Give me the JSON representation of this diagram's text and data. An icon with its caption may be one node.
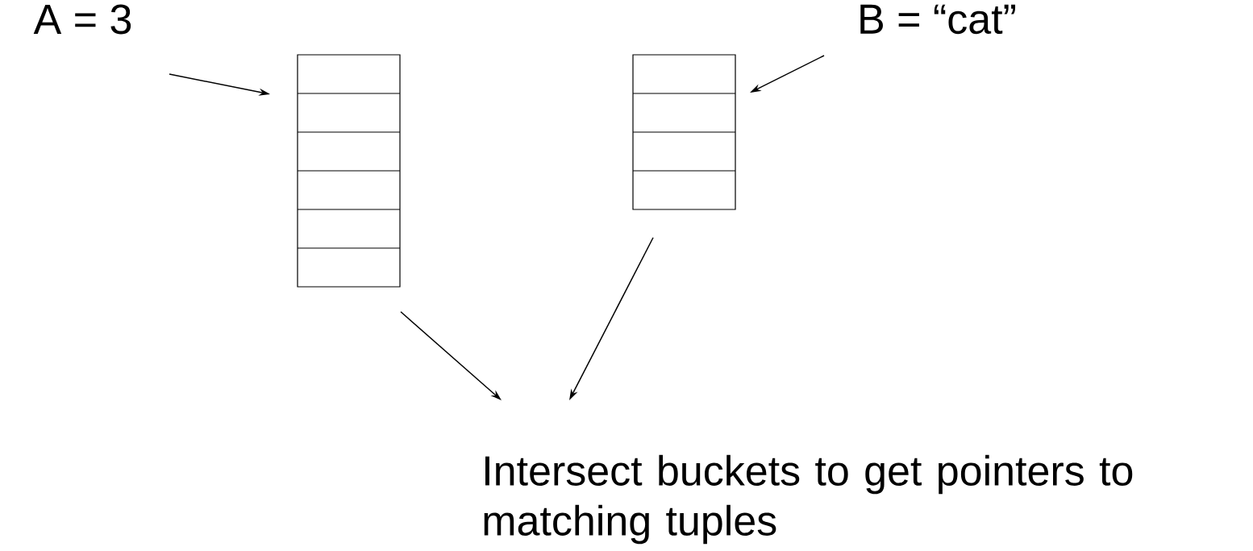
{
  "diagram": {
    "nodes": [
      {
        "text": [
          "A = 3"
        ]
      },
      {
        "text": [],
        "shape": "box"
      },
      {
        "text": [],
        "shape": "box"
      },
      {
        "text": [
          "B = “cat”"
        ]
      },
      {
        "text": [
          "Intersect buckets to get pointers to matching tuples"
        ]
      }
    ],
    "edges": [
      {
        "from": 0,
        "to": 1,
        "arrow": "to"
      },
      {
        "from": 3,
        "to": 2,
        "arrow": "to"
      },
      {
        "from": 1,
        "to": 4,
        "arrow": "to"
      },
      {
        "from": 2,
        "to": 4,
        "arrow": "to"
      }
    ]
  }
}
